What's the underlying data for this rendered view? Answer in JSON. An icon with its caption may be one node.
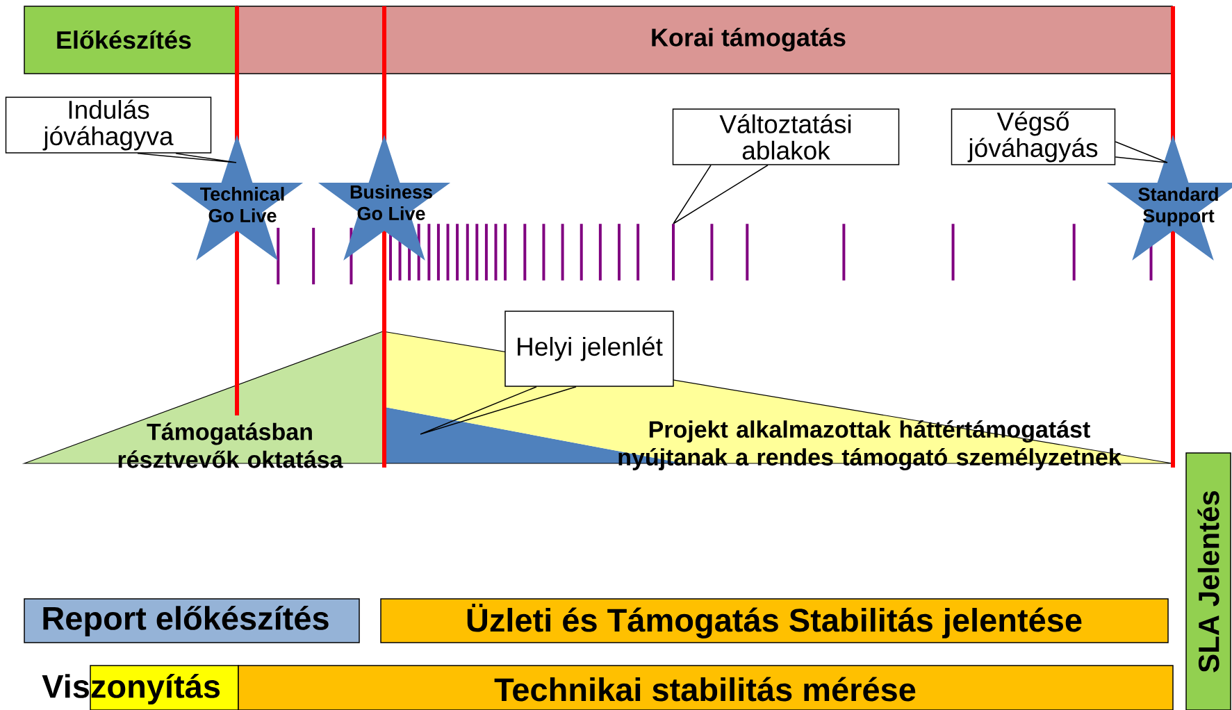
{
  "diagram": {
    "nodes": [
      {
        "text": [
          "Előkészítés"
        ]
      },
      {
        "text": [
          "Korai támogatás"
        ]
      },
      {
        "text": [
          "Indulás jóváhagyva"
        ]
      },
      {
        "text": [
          "Technical Go Live"
        ]
      },
      {
        "text": [
          "Business Go Live"
        ]
      },
      {
        "text": [
          "Változtatási ablakok"
        ]
      },
      {
        "text": [
          "Végső jóváhagyás"
        ]
      },
      {
        "text": [
          "Standard Support"
        ]
      },
      {
        "text": [
          "Helyi jelenlét"
        ]
      },
      {
        "text": [
          "Támogatásban résztvevők oktatása"
        ]
      },
      {
        "text": [
          "Projekt alkalmazottak háttértámogatást nyújtanak a rendes támogató személyzetnek"
        ]
      },
      {
        "text": [],
        "shape": "triangle",
        "in": 10
      },
      {
        "text": [
          "Report előkészítés"
        ]
      },
      {
        "text": [
          "Üzleti és Támogatás Stabilitás jelentése"
        ]
      },
      {
        "text": [
          "Viszonyítás"
        ]
      },
      {
        "text": [
          "Technikai stabilitás mérése"
        ]
      },
      {
        "text": [
          "SLA Jelentés"
        ]
      }
    ],
    "edges": [
      {
        "from": 2,
        "to": 3,
        "arrow": "none"
      },
      {
        "from": 5,
        "to": null,
        "arrow": "none"
      },
      {
        "from": 6,
        "to": 7,
        "arrow": "none"
      },
      {
        "from": 8,
        "to": 11,
        "arrow": "none"
      }
    ]
  }
}
